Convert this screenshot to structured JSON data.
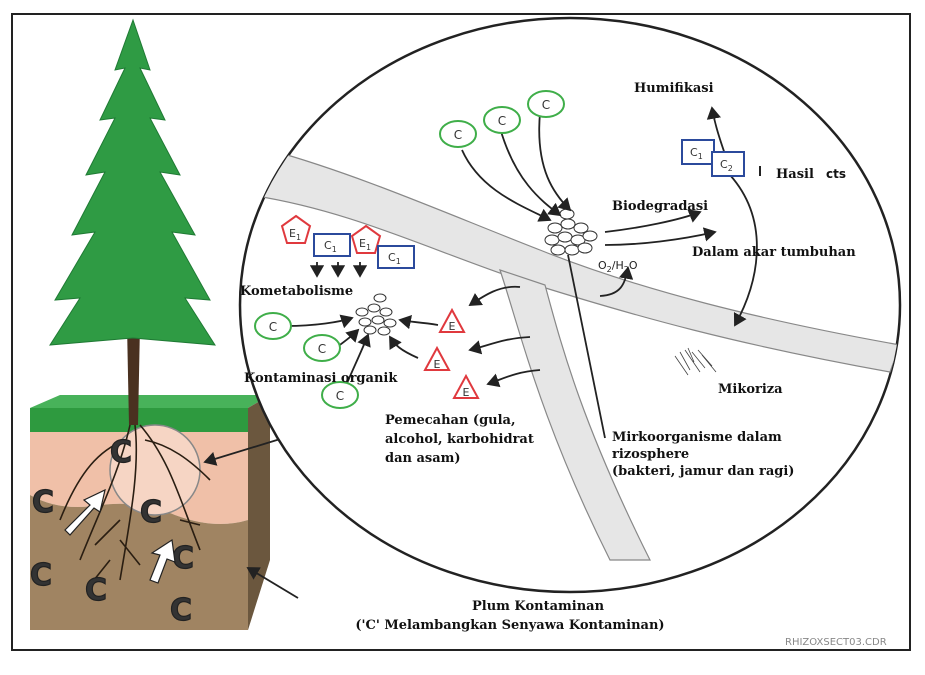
{
  "labels": {
    "humifikasi": "Humifikasi",
    "hasil": "Hasil",
    "hasil_tail": "cts",
    "biodegradasi": "Biodegradasi",
    "dalam_akar": "Dalam akar tumbuhan",
    "o2h2o_o": "O",
    "o2h2o_sub1": "2",
    "o2h2o_mid": "/H",
    "o2h2o_sub2": "2",
    "o2h2o_end": "O",
    "kometabolisme": "Kometabolisme",
    "kontaminasi": "Kontaminasi organik",
    "mikoriza": "Mikoriza",
    "pemecahan": [
      "Pemecahan (gula,",
      "alcohol, karbohidrat",
      "dan asam)"
    ],
    "mikroorganisme": [
      "Mirkoorganisme dalam",
      "rizosphere",
      "(bakteri, jamur dan ragi)"
    ],
    "plum": [
      "Plum Kontaminan",
      "('C' Melambangkan Senyawa Kontaminan)"
    ],
    "code": "RHIZOXSECT03.CDR"
  },
  "symbols": {
    "c": "C",
    "e": "E",
    "c1": "C",
    "c1_sub": "1",
    "c2": "C",
    "c2_sub": "2",
    "e1": "E",
    "e1_sub": "1"
  },
  "colors": {
    "green_circle": "#3fae49",
    "blue_box": "#2b4a9c",
    "red_shape": "#e0393e",
    "root_grey": "#e6e6e6",
    "grass": "#2e9a3f",
    "topsoil": "#f0c0a8",
    "subsoil": "#a08462"
  }
}
